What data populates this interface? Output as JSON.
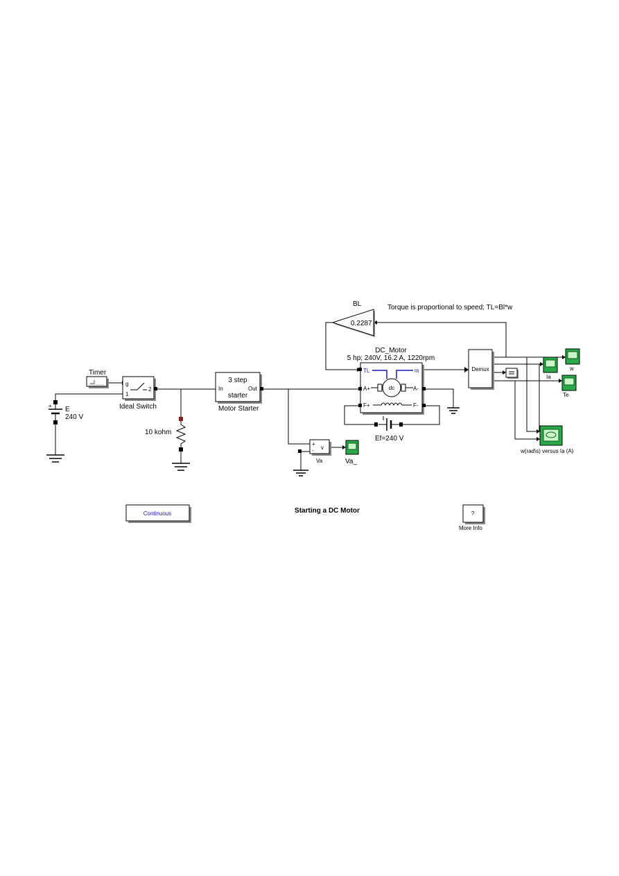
{
  "title": "Starting a DC Motor",
  "annotation": "Torque is proportional to speed; TL=Bl*w",
  "blocks": {
    "timer": "Timer",
    "battery_name": "E",
    "battery_value": "240 V",
    "ideal_switch": "Ideal Switch",
    "switch_port_g": "g",
    "switch_port_1": "1",
    "switch_port_2": "2",
    "resistor": "10 kohm",
    "starter_line1": "3  step",
    "starter_line2": "starter",
    "starter_in": "In",
    "starter_out": "Out",
    "motor_starter": "Motor Starter",
    "gain_name": "BL",
    "gain_value": "0.2287",
    "motor_name": "DC_Motor",
    "motor_spec": "5 hp;  240V,  16.2 A,  1220rpm",
    "motor_tl": "TL",
    "motor_m": "m",
    "motor_dc": "dc",
    "motor_aplus": "A+",
    "motor_aminus": "A-",
    "motor_fplus": "F+",
    "motor_fminus": "F-",
    "field_source": "Ef=240 V",
    "demux": "Demux",
    "voltmeter_plus": "+",
    "voltmeter_minus": "-",
    "voltmeter_v": "v",
    "voltmeter": "Va",
    "scope_va": "Va_",
    "scope_ia": "Ia",
    "scope_w": "w",
    "scope_te": "Te",
    "xy_graph": "w(rad\\s) versus Ia (A)",
    "continuous": "Continuous",
    "help_symbol": "?",
    "more_info": "More Info"
  }
}
